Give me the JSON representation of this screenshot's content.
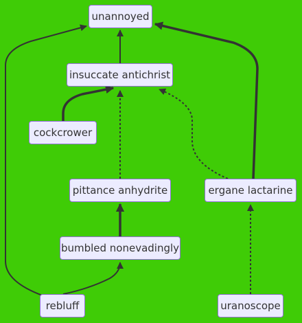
{
  "diagram": {
    "type": "flowchart",
    "background_color": "#3fcc06",
    "node_fill": "#ececff",
    "node_border": "#9370db",
    "edge_color": "#333333",
    "nodes": {
      "unannoyed": "unannoyed",
      "insuccate_antichrist": "insuccate antichrist",
      "cockcrower": "cockcrower",
      "pittance_anhydrite": "pittance anhydrite",
      "ergane_lactarine": "ergane lactarine",
      "bumbled_nonevadingly": "bumbled nonevadingly",
      "rebluff": "rebluff",
      "uranoscope": "uranoscope"
    },
    "edges": [
      {
        "from": "insuccate antichrist",
        "to": "unannoyed",
        "style": "normal"
      },
      {
        "from": "cockcrower",
        "to": "insuccate antichrist",
        "style": "thick"
      },
      {
        "from": "pittance anhydrite",
        "to": "insuccate antichrist",
        "style": "dotted"
      },
      {
        "from": "ergane lactarine",
        "to": "insuccate antichrist",
        "style": "dotted"
      },
      {
        "from": "ergane lactarine",
        "to": "unannoyed",
        "style": "thick"
      },
      {
        "from": "rebluff",
        "to": "unannoyed",
        "style": "normal"
      },
      {
        "from": "bumbled nonevadingly",
        "to": "pittance anhydrite",
        "style": "thick"
      },
      {
        "from": "rebluff",
        "to": "bumbled nonevadingly",
        "style": "normal"
      },
      {
        "from": "uranoscope",
        "to": "ergane lactarine",
        "style": "dotted"
      }
    ]
  }
}
